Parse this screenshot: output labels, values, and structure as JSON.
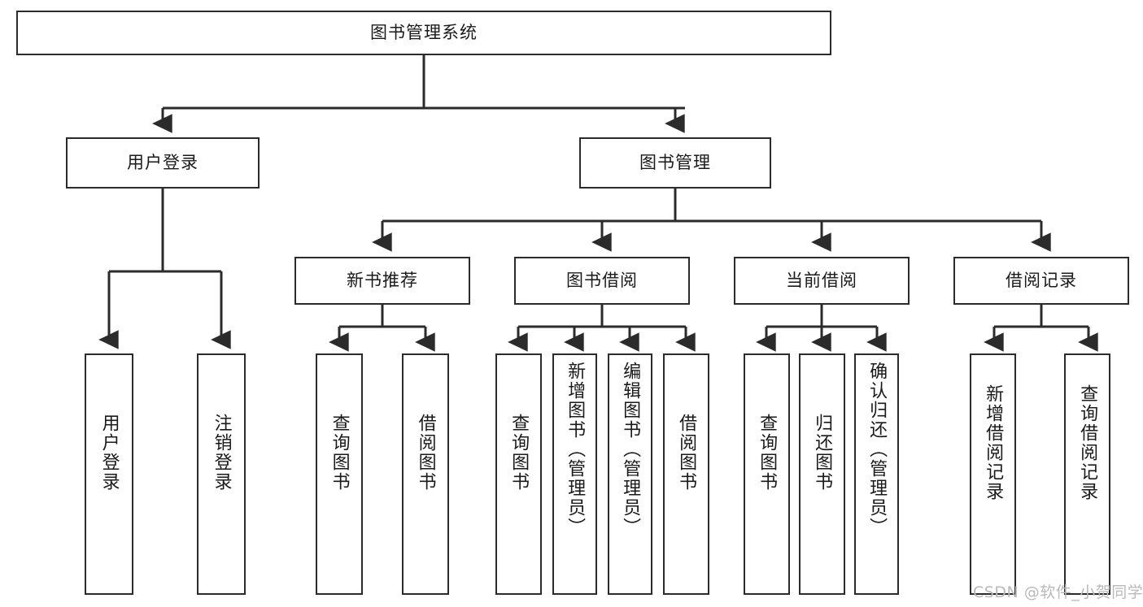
{
  "diagram": {
    "title": "图书管理系统",
    "type": "tree-hierarchy-chart",
    "root": {
      "id": "root",
      "label": "图书管理系统"
    },
    "level2": [
      {
        "id": "user-login",
        "label": "用户登录"
      },
      {
        "id": "book-manage",
        "label": "图书管理"
      }
    ],
    "level3": [
      {
        "id": "new-book-rec",
        "label": "新书推荐",
        "parent": "book-manage"
      },
      {
        "id": "book-borrow",
        "label": "图书借阅",
        "parent": "book-manage"
      },
      {
        "id": "current-borrow",
        "label": "当前借阅",
        "parent": "book-manage"
      },
      {
        "id": "borrow-record",
        "label": "借阅记录",
        "parent": "book-manage"
      }
    ],
    "leaves": [
      {
        "id": "leaf-user-login",
        "label": "用户登录",
        "parent": "user-login"
      },
      {
        "id": "leaf-logout-login",
        "label": "注销登录",
        "parent": "user-login"
      },
      {
        "id": "leaf-query-book-1",
        "label": "查询图书",
        "parent": "new-book-rec"
      },
      {
        "id": "leaf-borrow-book-1",
        "label": "借阅图书",
        "parent": "new-book-rec"
      },
      {
        "id": "leaf-query-book-2",
        "label": "查询图书",
        "parent": "book-borrow"
      },
      {
        "id": "leaf-add-book",
        "label": "新增图书（管理员）",
        "parent": "book-borrow"
      },
      {
        "id": "leaf-edit-book",
        "label": "编辑图书（管理员）",
        "parent": "book-borrow"
      },
      {
        "id": "leaf-borrow-book-2",
        "label": "借阅图书",
        "parent": "book-borrow"
      },
      {
        "id": "leaf-query-book-3",
        "label": "查询图书",
        "parent": "current-borrow"
      },
      {
        "id": "leaf-return-book",
        "label": "归还图书",
        "parent": "current-borrow"
      },
      {
        "id": "leaf-confirm-return",
        "label": "确认归还（管理员）",
        "parent": "current-borrow"
      },
      {
        "id": "leaf-add-record",
        "label": "新增借阅记录",
        "parent": "borrow-record"
      },
      {
        "id": "leaf-query-record",
        "label": "查询借阅记录",
        "parent": "borrow-record"
      }
    ],
    "colors": {
      "stroke": "#2b2b2b",
      "fill": "#ffffff",
      "text": "#1a1a1a",
      "watermark": "#b9b9b9"
    }
  },
  "watermark": {
    "text": "CSDN @软件_小贺同学"
  }
}
